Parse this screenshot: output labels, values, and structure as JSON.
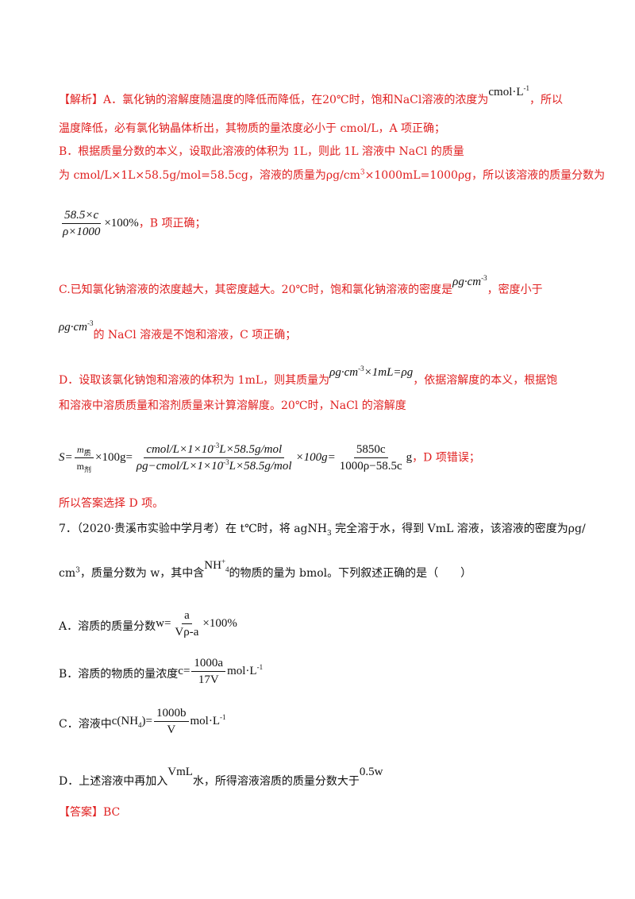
{
  "analysis": {
    "tag": "【解析】",
    "a_text1": "A．氯化钠的溶解度随温度的降低而降低，在20℃时，饱和NaCl溶液的浓度为",
    "a_unit": "cmol·L",
    "a_unit_exp": "-1",
    "a_text2": "，所以",
    "a_line2": "温度降低，必有氯化钠晶体析出，其物质的量浓度必小于 cmol/L，A 项正确；",
    "b_line1": "B．根据质量分数的本义，设取此溶液的体积为 1L，则此 1L 溶液中 NaCl 的质量",
    "b_line2a": "为 cmol/L×1L×58.5g/mol=58.5cg，溶液的质量为ρg/cm",
    "b_line2_exp": "3",
    "b_line2b": "×1000mL=1000ρg，所以该溶液的质量分数为",
    "b_frac_num": "58.5×c",
    "b_frac_den": "ρ×1000",
    "b_frac_tail": "×100%",
    "b_end": "，B 项正确；",
    "c_text1": "C.已知氯化钠溶液的浓度越大，其密度越大。20℃时，饱和氯化钠溶液的密度是",
    "c_density": "ρg·cm",
    "c_density_exp": "-3",
    "c_text2": "，密度小于",
    "c_line2a": "ρg·cm",
    "c_line2_exp": "-3",
    "c_line2b": "的 NaCl 溶液是不饱和溶液，C 项正确；",
    "d_text1": "D．设取该氯化钠饱和溶液的体积为 1mL，则其质量为",
    "d_formula_a": "ρg·cm",
    "d_formula_exp": "-3",
    "d_formula_b": "×1mL=ρg",
    "d_text2": "，依据溶解度的本义，根据饱",
    "d_line2": "和溶液中溶质质量和溶剂质量来计算溶解度。20℃时，NaCl 的溶解度",
    "s_lhs": "S=",
    "s_f1_num": "m",
    "s_f1_num_sub": "质",
    "s_f1_den": "m",
    "s_f1_den_sub": "剂",
    "s_mid1": "×100g=",
    "s_f2_num": "cmol/L×1×10",
    "s_f2_num_exp": "-3",
    "s_f2_num_tail": "L×58.5g/mol",
    "s_f2_den": "ρg−cmol/L×1×10",
    "s_f2_den_exp": "-3",
    "s_f2_den_tail": "L×58.5g/mol",
    "s_mid2": "×100g=",
    "s_f3_num": "5850c",
    "s_f3_den": "1000ρ−58.5c",
    "s_unit": "g",
    "s_end": "，D 项错误；",
    "conclusion": "所以答案选择 D 项。"
  },
  "question": {
    "number": "7．",
    "source": "（2020·贵溪市实验中学月考）",
    "stem1": "在 t℃时，将 agNH",
    "stem1_sub": "3",
    "stem1b": " 完全溶于水，得到 VmL 溶液，该溶液的密度为ρg/",
    "stem2a": "cm",
    "stem2_exp": "3",
    "stem2b": "，质量分数为 w，其中含",
    "nh4": "NH",
    "nh4_sub": "4",
    "nh4_sup": "+",
    "stem2c": "的物质的量为 bmol。下列叙述正确的是（　　）",
    "options": [
      {
        "label": "A．溶质的质量分数",
        "f_lhs": "w=",
        "f_num": "a",
        "f_den": "Vρ-a",
        "f_tail": "×100%"
      },
      {
        "label": "B．溶质的物质的量浓度",
        "f_lhs": "c=",
        "f_num": "1000a",
        "f_den": "17V",
        "f_tail": "mol·L",
        "f_exp": "-1"
      },
      {
        "label": "C．溶液中",
        "f_lhs": "c(NH",
        "f_lhs_sub": "4",
        "f_lhs2": ")=",
        "f_num": "1000b",
        "f_den": "V",
        "f_tail": "mol·L",
        "f_exp": "-1"
      },
      {
        "label": "D．上述溶液中再加入",
        "f_mid": "VmL",
        "text2": "水，所得溶液溶质的质量分数大于",
        "f_end": "0.5w"
      }
    ]
  },
  "answer": {
    "tag": "【答案】",
    "value": "BC"
  }
}
